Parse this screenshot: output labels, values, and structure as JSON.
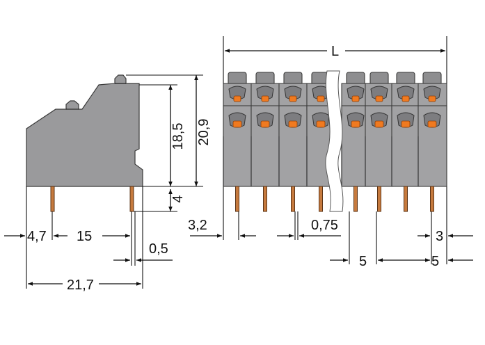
{
  "dimensions": {
    "length": "L",
    "height_upper": "18,5",
    "height_total": "20,9",
    "pin_length": "4",
    "pin_offset": "4,7",
    "row_spacing": "15",
    "pin_thickness": "0,5",
    "depth": "21,7",
    "edge_offset": "3,2",
    "pin_width": "0,75",
    "pitch_left": "5",
    "pitch_right": "5",
    "end_offset": "3"
  },
  "colors": {
    "housing": "#9a9a9c",
    "release_button": "#f07a20",
    "pin": "#c67a3e"
  }
}
